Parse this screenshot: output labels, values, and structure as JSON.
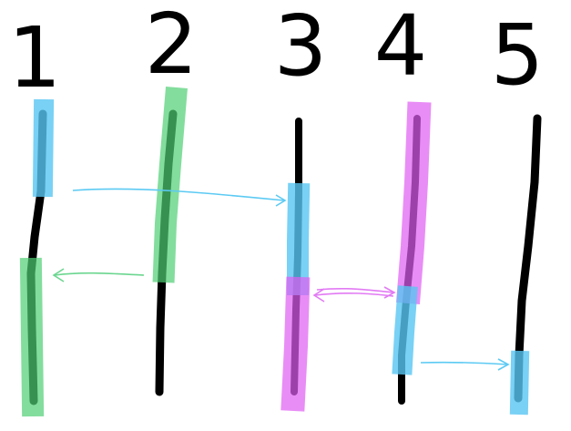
{
  "columns": [
    {
      "label": "1"
    },
    {
      "label": "2"
    },
    {
      "label": "3"
    },
    {
      "label": "4"
    },
    {
      "label": "5"
    }
  ],
  "colors": {
    "stroke": "#000000",
    "blue_highlight": "#57c6f2",
    "green_highlight": "#4fcf74",
    "magenta_highlight": "#e05cf2",
    "blue_arrow": "#5ccaf3",
    "green_arrow": "#6bd68f",
    "magenta_arrow": "#e27af4"
  }
}
